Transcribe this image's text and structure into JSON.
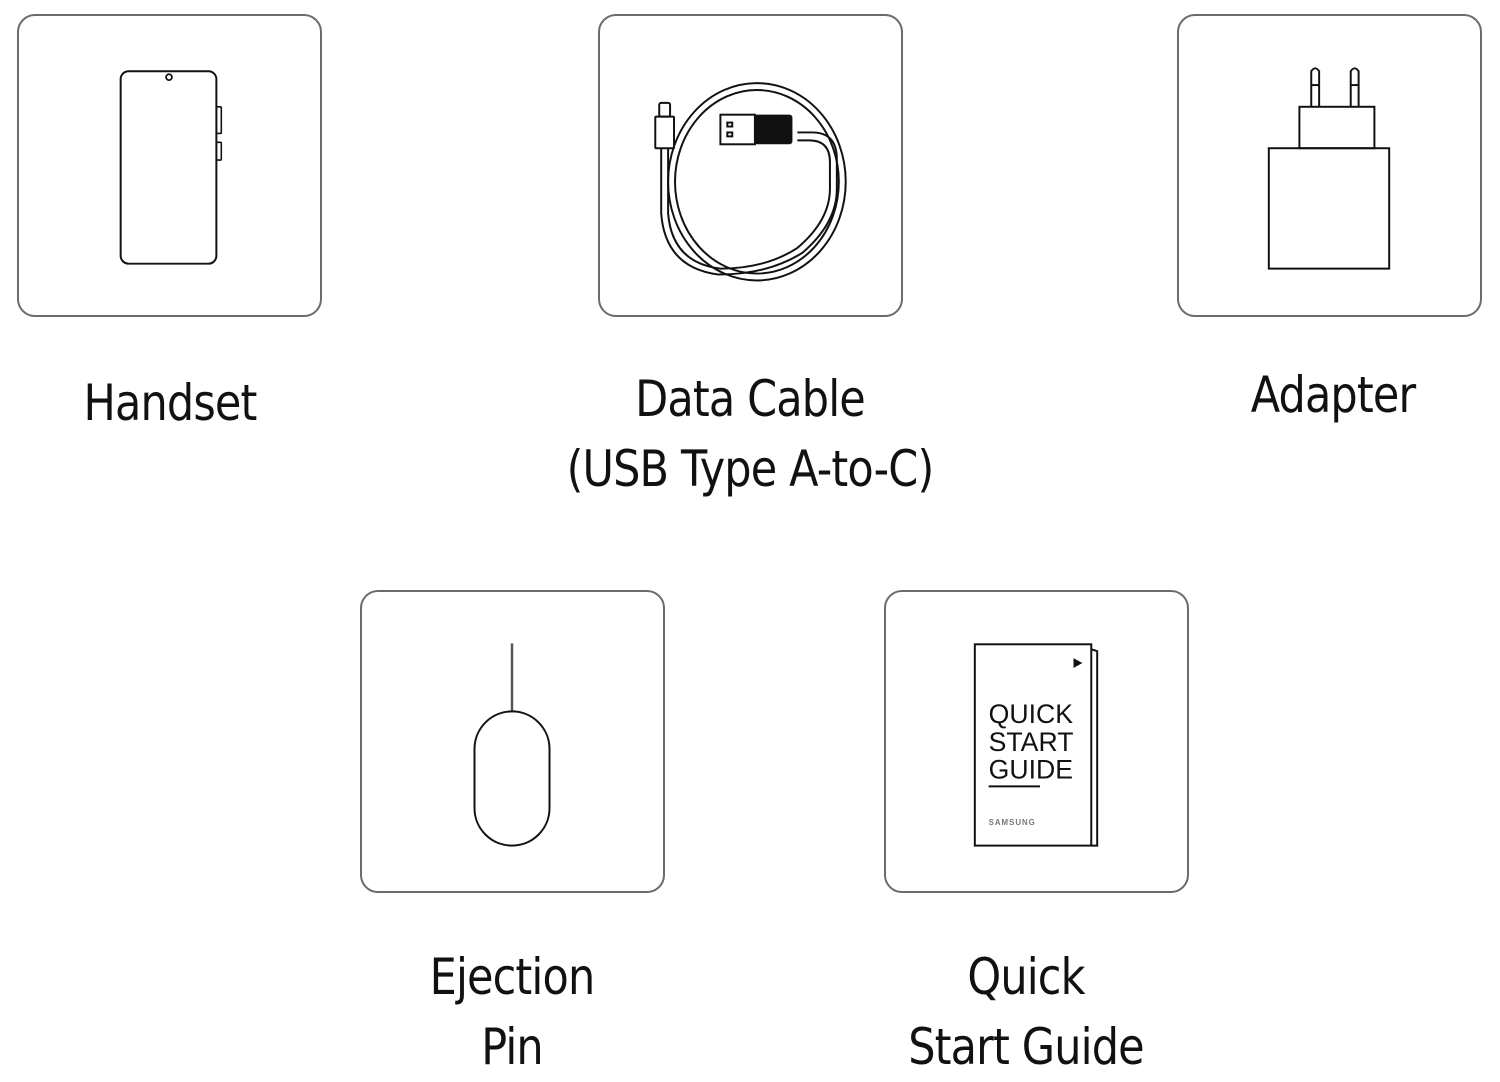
{
  "items": [
    {
      "id": "handset",
      "label_lines": [
        "Handset"
      ],
      "icon": "smartphone-icon"
    },
    {
      "id": "data-cable",
      "label_lines": [
        "Data Cable",
        "(USB Type A-to-C)"
      ],
      "icon": "usb-cable-icon"
    },
    {
      "id": "adapter",
      "label_lines": [
        "Adapter"
      ],
      "icon": "power-adapter-icon"
    },
    {
      "id": "ejection-pin",
      "label_lines": [
        "Ejection",
        "Pin"
      ],
      "icon": "ejection-pin-icon"
    },
    {
      "id": "quick-start-guide",
      "label_lines": [
        "Quick",
        "Start Guide"
      ],
      "icon": "booklet-icon"
    }
  ],
  "booklet": {
    "line1": "QUICK",
    "line2": "START",
    "line3": "GUIDE",
    "brand": "SAMSUNG"
  },
  "colors": {
    "border": "#6b6b6b",
    "stroke": "#111111",
    "text": "#111111"
  }
}
